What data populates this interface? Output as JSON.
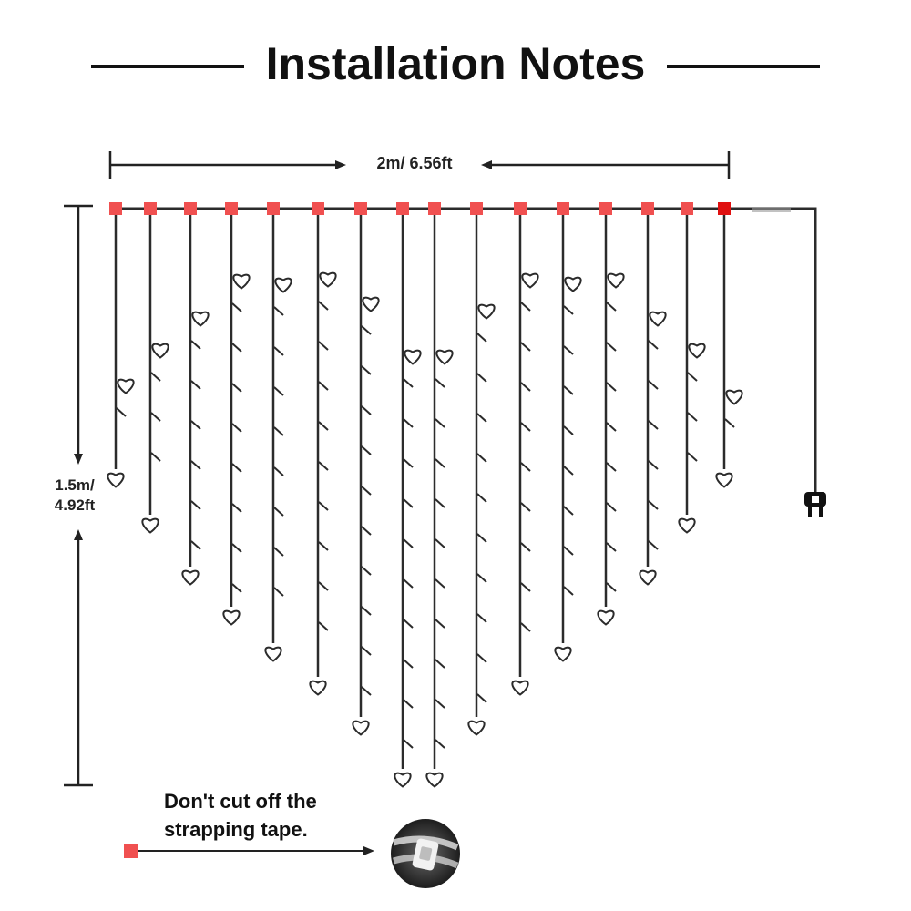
{
  "title": "Installation Notes",
  "dimensions": {
    "width_label": "2m/ 6.56ft",
    "height_label_line1": "1.5m/",
    "height_label_line2": "4.92ft"
  },
  "note": {
    "line1": "Don't cut off the",
    "line2": "strapping tape."
  },
  "colors": {
    "wire": "#2b2b2b",
    "tape": "#f05050",
    "tape_end": "#e01010",
    "text": "#111111"
  },
  "curtain": {
    "strand_count": 16,
    "strand_heart_levels": [
      1,
      2,
      3,
      4,
      5,
      6,
      7,
      8,
      8,
      7,
      6,
      5,
      4,
      3,
      2,
      1
    ]
  },
  "icons": [
    "heart-icon",
    "plug-icon",
    "strapping-clip-icon"
  ]
}
